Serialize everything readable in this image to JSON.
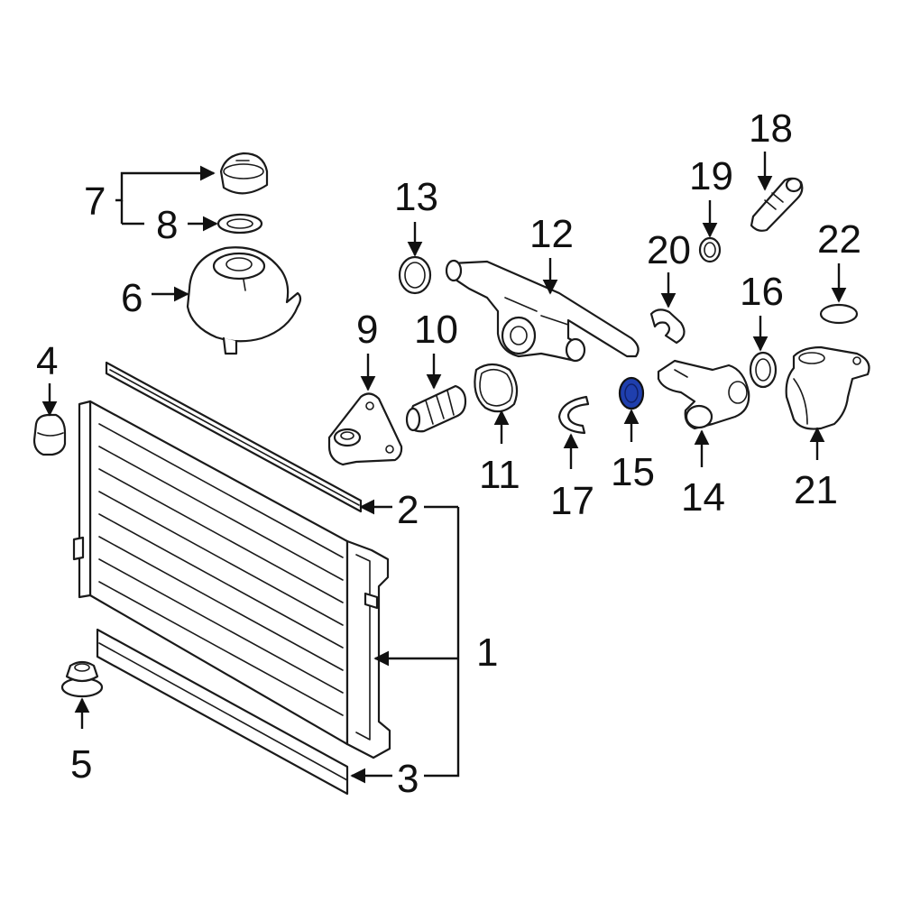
{
  "diagram": {
    "highlight_color": "#1f3fae",
    "highlighted_part": "15",
    "callouts": [
      "1",
      "2",
      "3",
      "4",
      "5",
      "6",
      "7",
      "8",
      "9",
      "10",
      "11",
      "12",
      "13",
      "14",
      "15",
      "16",
      "17",
      "18",
      "19",
      "20",
      "21",
      "22"
    ]
  }
}
